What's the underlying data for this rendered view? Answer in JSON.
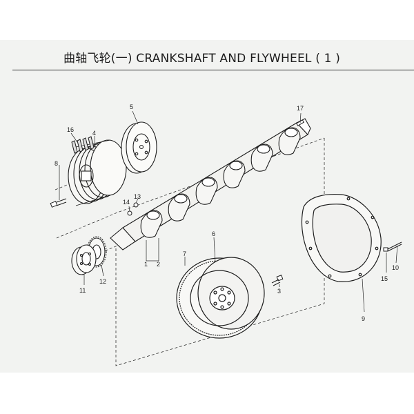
{
  "title": "曲轴飞轮(一) CRANKSHAFT AND FLYWHEEL ( 1 )",
  "callouts": {
    "n1": "1",
    "n2": "2",
    "n3": "3",
    "n4": "4",
    "n5": "5",
    "n6": "6",
    "n7": "7",
    "n8": "8",
    "n9": "9",
    "n10": "10",
    "n11": "11",
    "n12": "12",
    "n13": "13",
    "n14": "14",
    "n15": "15",
    "n16": "16",
    "n17": "17"
  }
}
